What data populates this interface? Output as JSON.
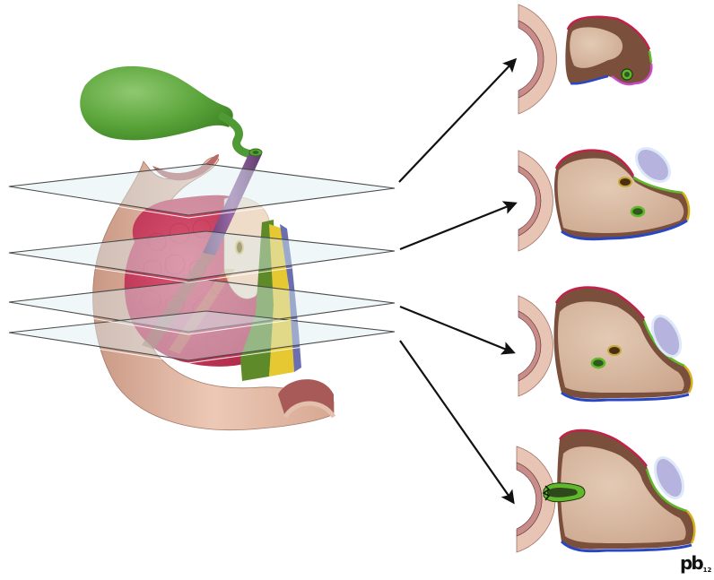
{
  "figure": {
    "type": "anatomical-illustration",
    "subject": "Serial transverse sections through pancreatic head and duodenum",
    "left_panel": {
      "structures": [
        "gallbladder",
        "cystic-duct",
        "common-bile-duct",
        "duodenum",
        "pancreatic-head",
        "uncinate-process",
        "section-planes"
      ],
      "section_plane_count": 4
    },
    "right_panel": {
      "section_count": 4,
      "sections": [
        {
          "index": 1,
          "label": "section-1",
          "features": [
            "duodenal-wall",
            "pancreatic-parenchyma",
            "dark-brown-rim",
            "vessel-green-ring"
          ]
        },
        {
          "index": 2,
          "label": "section-2",
          "features": [
            "duodenal-wall",
            "pancreatic-parenchyma",
            "bile-duct-brown",
            "vessel-green",
            "portal-vein-oval"
          ]
        },
        {
          "index": 3,
          "label": "section-3",
          "features": [
            "duodenal-wall",
            "pancreatic-parenchyma",
            "bile-duct-brown",
            "vessel-green",
            "portal-vein-oval"
          ]
        },
        {
          "index": 4,
          "label": "section-4",
          "features": [
            "duodenal-wall",
            "ampulla-papilla",
            "pancreatic-parenchyma",
            "portal-vein-oval"
          ]
        }
      ]
    },
    "arrows": 4,
    "colors": {
      "gallbladder": "#5aa43a",
      "cystic_duct": "#4f9a34",
      "bile_duct": "#7b4f86",
      "duodenum": "#e5bca8",
      "duodenum_inner": "#c98c88",
      "pancreas": "#cc3d5c",
      "pancreas_cut": "#efdcc8",
      "uncinate_green": "#5e8a2a",
      "uncinate_yellow": "#e6c832",
      "uncinate_blue": "#6b6fb0",
      "parenchyma": "#d6b8a0",
      "rim_brown": "#7a4f3c",
      "margin_red": "#c2224a",
      "margin_blue": "#2946c4",
      "margin_green": "#62b72c",
      "margin_magenta": "#c84bc8",
      "margin_yellow": "#d4b020",
      "portal_vein": "#b7b3df",
      "plane": "#dcedf2",
      "arrow": "#111111"
    }
  },
  "signature": {
    "initials": "pb",
    "year": "12"
  }
}
